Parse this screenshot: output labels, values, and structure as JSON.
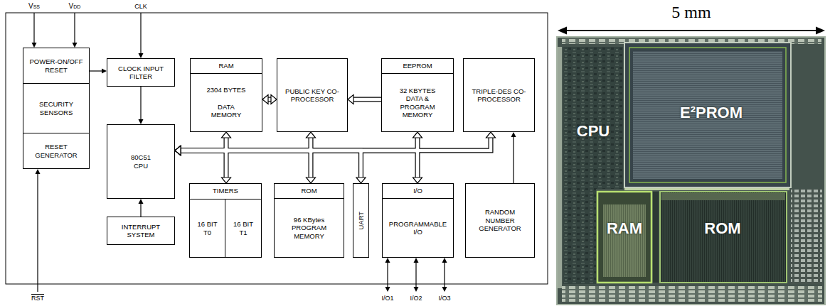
{
  "diagram": {
    "nodes": [
      {
        "text": [
          "POWER-ON/OFF RESET"
        ]
      },
      {
        "text": [
          "SECURITY SENSORS"
        ]
      },
      {
        "text": [
          "RESET GENERATOR"
        ]
      },
      {
        "text": [
          "CLOCK INPUT FILTER"
        ]
      },
      {
        "text": [
          "RAM",
          "2304 BYTES",
          "DATA MEMORY"
        ]
      },
      {
        "text": [
          "PUBLIC KEY CO-PROCESSOR"
        ]
      },
      {
        "text": [
          "EEPROM",
          "32 KBYTES DATA & PROGRAM MEMORY"
        ]
      },
      {
        "text": [
          "TRIPLE-DES CO-PROCESSOR"
        ]
      },
      {
        "text": [
          "80C51 CPU"
        ]
      },
      {
        "text": [
          "TIMERS"
        ]
      },
      {
        "text": [
          "16 BIT T0"
        ],
        "in": 9
      },
      {
        "text": [
          "16 BIT T1"
        ],
        "in": 9
      },
      {
        "text": [
          "ROM",
          "96 KBytes PROGRAM MEMORY"
        ]
      },
      {
        "text": [
          "UART"
        ]
      },
      {
        "text": [
          "I/O",
          "PROGRAMMABLE I/O"
        ]
      },
      {
        "text": [
          "RANDOM NUMBER GENERATOR"
        ]
      },
      {
        "text": [
          "INTERRUPT SYSTEM"
        ]
      }
    ],
    "edges": [
      {
        "from": 0,
        "to": 3,
        "arrow": "to"
      },
      {
        "from": 3,
        "to": 8,
        "arrow": "to"
      },
      {
        "from": 16,
        "to": 8,
        "arrow": "to"
      },
      {
        "from": 4,
        "to": 5,
        "arrow": "both"
      },
      {
        "from": 6,
        "to": 5,
        "arrow": "to"
      },
      {
        "from": 8,
        "to": 4,
        "arrow": "both"
      },
      {
        "from": 8,
        "to": 5,
        "arrow": "both"
      },
      {
        "from": 8,
        "to": 6,
        "arrow": "both"
      },
      {
        "from": 8,
        "to": 7,
        "arrow": "both"
      },
      {
        "from": 8,
        "to": 9,
        "arrow": "both"
      },
      {
        "from": 8,
        "to": 12,
        "arrow": "both"
      },
      {
        "from": 8,
        "to": 13,
        "arrow": "both"
      },
      {
        "from": 8,
        "to": 14,
        "arrow": "both"
      },
      {
        "from": 15,
        "to": 7,
        "arrow": "to"
      }
    ],
    "labels": [
      "VSS",
      "VDD",
      "CLK",
      "RST",
      "I/O1",
      "I/O2",
      "I/O3",
      "5 mm",
      "CPU",
      "E²PROM",
      "RAM",
      "ROM"
    ]
  }
}
